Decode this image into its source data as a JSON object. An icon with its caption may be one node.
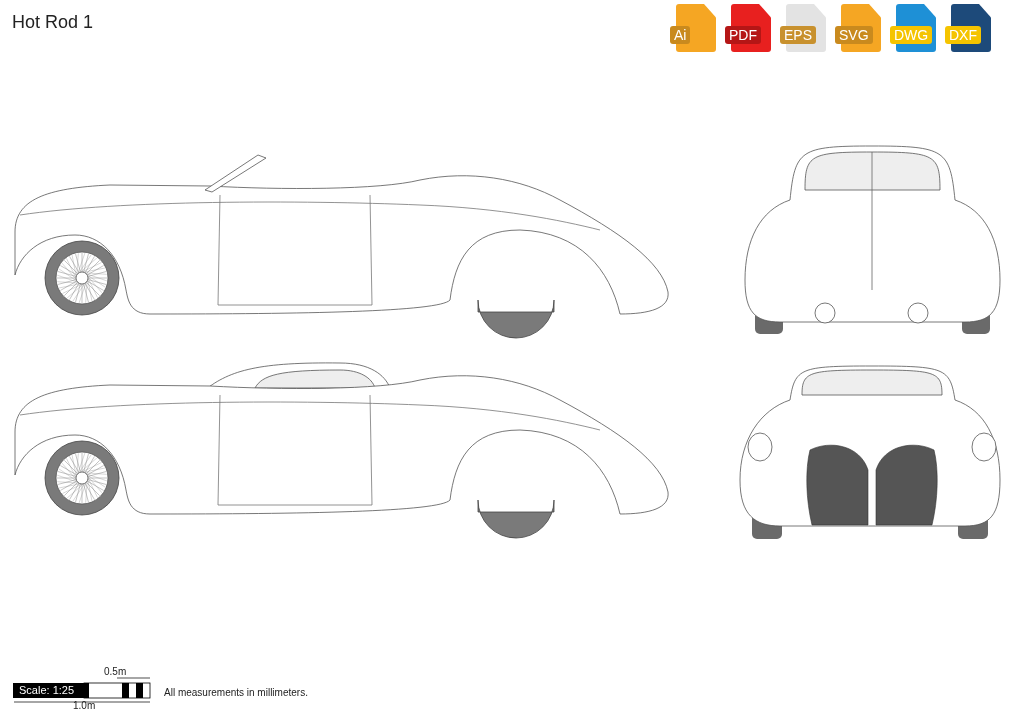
{
  "diagram": {
    "title": "Hot Rod 1",
    "labels": [
      "Ai",
      "PDF",
      "EPS",
      "SVG",
      "DWG",
      "DXF",
      "Scale: 1:25",
      "0.5m",
      "1.0m",
      "All measurements in millimeters."
    ]
  }
}
